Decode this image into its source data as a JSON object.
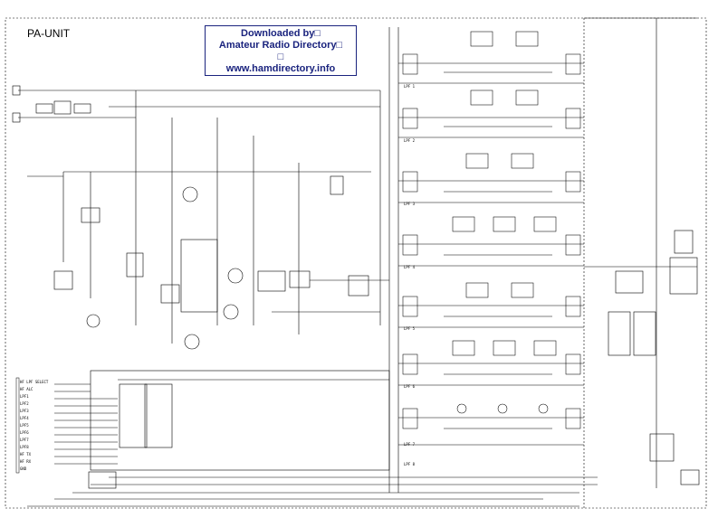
{
  "title": "PA-UNIT",
  "watermark": {
    "line1": "Downloaded by□",
    "line2": "Amateur Radio Directory□",
    "line3": "□",
    "line4": "www.hamdirectory.info"
  },
  "colors": {
    "ink": "#000000",
    "banner_text": "#1a237e",
    "paper": "#ffffff"
  },
  "filter_banks": [
    "LPF 1",
    "LPF 2",
    "LPF 3",
    "LPF 4",
    "LPF 5",
    "LPF 6",
    "LPF 7",
    "LPF 8"
  ],
  "connector_pins": [
    "HF LPF SELECT",
    "HF ALC",
    "LPF1",
    "LPF2",
    "LPF3",
    "LPF4",
    "LPF5",
    "LPF6",
    "LPF7",
    "LPF8",
    "HF TX",
    "HF RX",
    "GND"
  ]
}
